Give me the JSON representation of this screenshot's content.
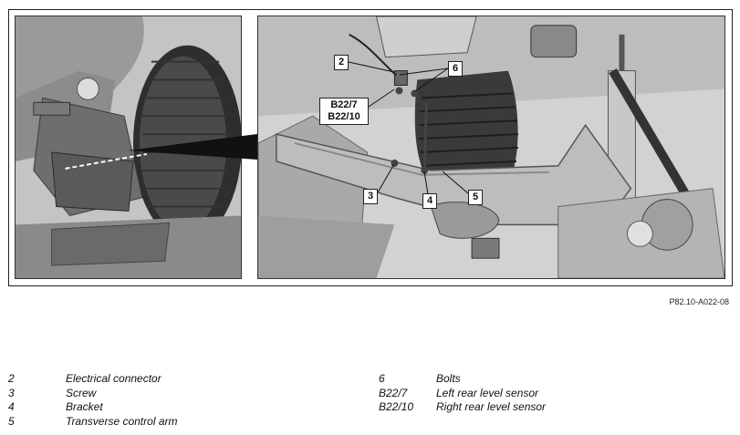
{
  "figure": {
    "code": "P82.10-A022-08",
    "callouts": {
      "c2": "2",
      "c6": "6",
      "cB22": "B22/7",
      "cB22b": "B22/10",
      "c3": "3",
      "c4": "4",
      "c5": "5"
    }
  },
  "legend": {
    "left": [
      {
        "num": "2",
        "text": "Electrical connector"
      },
      {
        "num": "3",
        "text": "Screw"
      },
      {
        "num": "4",
        "text": "Bracket"
      },
      {
        "num": "5",
        "text": "Transverse control arm"
      }
    ],
    "right": [
      {
        "num": "6",
        "text": "Bolts"
      },
      {
        "num": "B22/7",
        "text": "Left rear level sensor"
      },
      {
        "num": "B22/10",
        "text": "Right rear level sensor"
      }
    ]
  }
}
